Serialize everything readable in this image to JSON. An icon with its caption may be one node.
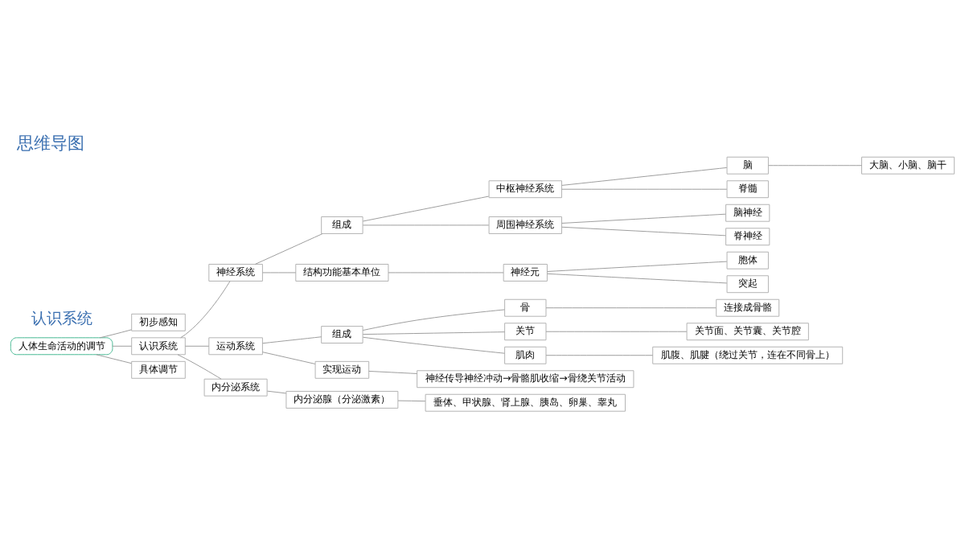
{
  "diagram": {
    "title": "思维导图",
    "nodes": [
      {
        "text": [
          "人体生命活动的调节"
        ]
      },
      {
        "text": [
          "初步感知"
        ]
      },
      {
        "text": [
          "认识系统"
        ]
      },
      {
        "text": [
          "具体调节"
        ]
      },
      {
        "text": [
          "神经系统"
        ]
      },
      {
        "text": [
          "运动系统"
        ]
      },
      {
        "text": [
          "内分泌系统"
        ]
      },
      {
        "text": [
          "组成"
        ]
      },
      {
        "text": [
          "结构功能基本单位"
        ]
      },
      {
        "text": [
          "中枢神经系统"
        ]
      },
      {
        "text": [
          "周围神经系统"
        ]
      },
      {
        "text": [
          "脑"
        ]
      },
      {
        "text": [
          "脊髓"
        ]
      },
      {
        "text": [
          "大脑、小脑、脑干"
        ]
      },
      {
        "text": [
          "脑神经"
        ]
      },
      {
        "text": [
          "脊神经"
        ]
      },
      {
        "text": [
          "神经元"
        ]
      },
      {
        "text": [
          "胞体"
        ]
      },
      {
        "text": [
          "突起"
        ]
      },
      {
        "text": [
          "组成"
        ]
      },
      {
        "text": [
          "实现运动"
        ]
      },
      {
        "text": [
          "骨"
        ]
      },
      {
        "text": [
          "关节"
        ]
      },
      {
        "text": [
          "肌肉"
        ]
      },
      {
        "text": [
          "连接成骨骼"
        ]
      },
      {
        "text": [
          "关节面、关节囊、关节腔"
        ]
      },
      {
        "text": [
          "肌腹、肌腱（绕过关节，连在不同骨上）"
        ]
      },
      {
        "text": [
          "神经传导神经冲动→骨骼肌收缩→骨绕关节活动"
        ]
      },
      {
        "text": [
          "内分泌腺（分泌激素）"
        ]
      },
      {
        "text": [
          "垂体、甲状腺、肾上腺、胰岛、卵巢、睾丸"
        ]
      }
    ],
    "edges": [
      {
        "from": 0,
        "to": 1,
        "arrow": "none"
      },
      {
        "from": 0,
        "to": 2,
        "arrow": "none"
      },
      {
        "from": 0,
        "to": 3,
        "arrow": "none"
      },
      {
        "from": 2,
        "to": 4,
        "arrow": "none"
      },
      {
        "from": 2,
        "to": 5,
        "arrow": "none"
      },
      {
        "from": 2,
        "to": 6,
        "arrow": "none"
      },
      {
        "from": 4,
        "to": 7,
        "arrow": "none"
      },
      {
        "from": 4,
        "to": 8,
        "arrow": "none"
      },
      {
        "from": 7,
        "to": 9,
        "arrow": "none"
      },
      {
        "from": 7,
        "to": 10,
        "arrow": "none"
      },
      {
        "from": 9,
        "to": 11,
        "arrow": "none"
      },
      {
        "from": 9,
        "to": 12,
        "arrow": "none"
      },
      {
        "from": 11,
        "to": 13,
        "arrow": "none"
      },
      {
        "from": 10,
        "to": 14,
        "arrow": "none"
      },
      {
        "from": 10,
        "to": 15,
        "arrow": "none"
      },
      {
        "from": 8,
        "to": 16,
        "arrow": "none"
      },
      {
        "from": 16,
        "to": 17,
        "arrow": "none"
      },
      {
        "from": 16,
        "to": 18,
        "arrow": "none"
      },
      {
        "from": 5,
        "to": 19,
        "arrow": "none"
      },
      {
        "from": 5,
        "to": 20,
        "arrow": "none"
      },
      {
        "from": 19,
        "to": 21,
        "arrow": "none"
      },
      {
        "from": 19,
        "to": 22,
        "arrow": "none"
      },
      {
        "from": 19,
        "to": 23,
        "arrow": "none"
      },
      {
        "from": 21,
        "to": 24,
        "arrow": "none"
      },
      {
        "from": 22,
        "to": 25,
        "arrow": "none"
      },
      {
        "from": 23,
        "to": 26,
        "arrow": "none"
      },
      {
        "from": 20,
        "to": 27,
        "arrow": "none"
      },
      {
        "from": 6,
        "to": 28,
        "arrow": "none"
      },
      {
        "from": 28,
        "to": 29,
        "arrow": "none"
      }
    ],
    "labels": [
      "认识系统"
    ]
  }
}
